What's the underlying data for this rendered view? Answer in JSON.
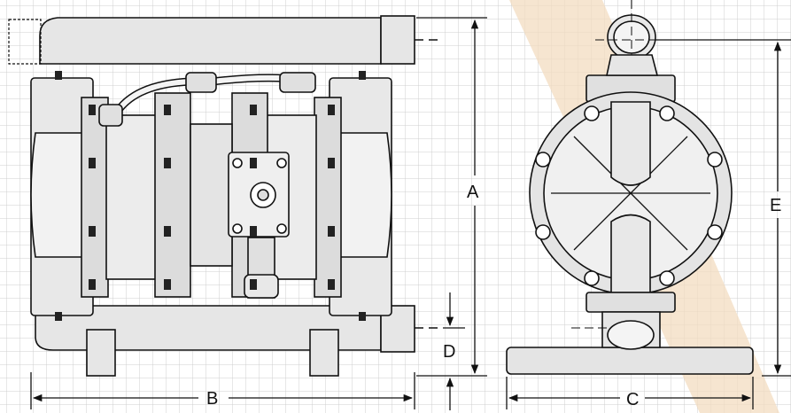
{
  "dimensions": {
    "a": "A",
    "b": "B",
    "c": "C",
    "d": "D",
    "e": "E"
  },
  "colors": {
    "grid": "#cfcfcf",
    "watermark": "#f3dcc0",
    "body_fill": "#e8e8e8",
    "line": "#111111",
    "background": "#ffffff"
  }
}
